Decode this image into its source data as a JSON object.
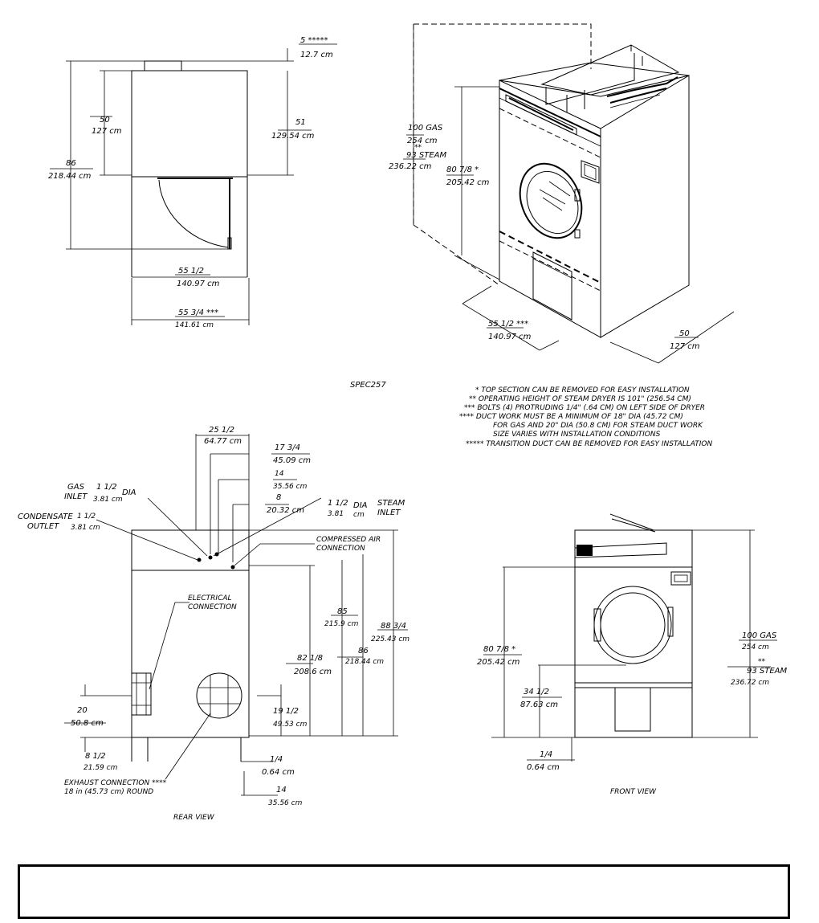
{
  "spec_id": "SPEC257",
  "top_view": {
    "transition_in": "5 *****",
    "transition_cm": "12.7 cm",
    "top_in": "50",
    "top_cm": "127 cm",
    "right_in": "51",
    "right_cm": "129.54 cm",
    "total_in": "86",
    "total_cm": "218.44 cm",
    "width_in": "55 1/2",
    "width_cm": "140.97 cm",
    "bolt_in": "55 3/4 ***",
    "bolt_cm": "141.61 cm"
  },
  "iso_view": {
    "height_gas_in": "100 GAS",
    "height_gas_cm": "254 cm",
    "height_steam_mark": "**",
    "height_steam_in": "93 STEAM",
    "height_steam_cm": "236.22 cm",
    "operating_in": "80 7/8 *",
    "operating_cm": "205.42 cm",
    "width_in": "55 1/2 ***",
    "width_cm": "140.97 cm",
    "depth_in": "50",
    "depth_cm": "127 cm"
  },
  "notes": [
    "* TOP SECTION CAN BE REMOVED FOR EASY INSTALLATION",
    "** OPERATING HEIGHT OF STEAM DRYER IS 101\" (256.54 CM)",
    "*** BOLTS (4) PROTRUDING 1/4\" (.64 CM) ON LEFT SIDE OF DRYER",
    "**** DUCT WORK MUST BE A MINIMUM OF 18\" DIA (45.72 CM)",
    "FOR GAS AND 20\" DIA (50.8 CM) FOR STEAM DUCT WORK",
    "SIZE VARIES WITH INSTALLATION CONDITIONS",
    "***** TRANSITION DUCT CAN BE REMOVED FOR EASY INSTALLATION"
  ],
  "rear_view": {
    "title": "REAR VIEW",
    "dim_25_in": "25 1/2",
    "dim_25_cm": "64.77 cm",
    "dim_17_in": "17 3/4",
    "dim_17_cm": "45.09 cm",
    "dim_14_in": "14",
    "dim_14_cm": "35.56 cm",
    "dim_8_in": "8",
    "dim_8_cm": "20.32 cm",
    "gas_label_1": "GAS",
    "gas_label_2": "INLET",
    "gas_in": "1 1/2",
    "gas_cm": "3.81 cm",
    "gas_dia": "DIA",
    "steam_in": "1 1/2",
    "steam_cm": "3.81",
    "steam_dia_1": "DIA",
    "steam_dia_2": "cm",
    "steam_label_1": "STEAM",
    "steam_label_2": "INLET",
    "condensate_1": "CONDENSATE",
    "condensate_2": "OUTLET",
    "condensate_in": "1 1/2",
    "condensate_cm": "3.81 cm",
    "air_1": "COMPRESSED AIR",
    "air_2": "CONNECTION",
    "electrical_1": "ELECTRICAL",
    "electrical_2": "CONNECTION",
    "dim_85_in": "85",
    "dim_85_cm": "215.9 cm",
    "dim_88_in": "88 3/4",
    "dim_88_cm": "225.43 cm",
    "dim_86_in": "86",
    "dim_86_cm": "218.44 cm",
    "dim_82_in": "82 1/8",
    "dim_82_cm": "208.6 cm",
    "dim_20_in": "20",
    "dim_20_cm": "50.8 cm",
    "dim_19_in": "19 1/2",
    "dim_19_cm": "49.53 cm",
    "dim_8h_in": "8 1/2",
    "dim_8h_cm": "21.59 cm",
    "dim_q_in": "1/4",
    "dim_q_cm": "0.64 cm",
    "dim_14b_in": "14",
    "dim_14b_cm": "35.56 cm",
    "exhaust_1": "EXHAUST CONNECTION ****",
    "exhaust_2": "18 in (45.73 cm) ROUND"
  },
  "front_view": {
    "title": "FRONT VIEW",
    "op_in": "80 7/8 *",
    "op_cm": "205.42 cm",
    "door_in": "34 1/2",
    "door_cm": "87.63 cm",
    "q_in": "1/4",
    "q_cm": "0.64 cm",
    "gas_in": "100 GAS",
    "gas_cm": "254 cm",
    "steam_mark": "**",
    "steam_in": "93 STEAM",
    "steam_cm": "236.72 cm"
  }
}
